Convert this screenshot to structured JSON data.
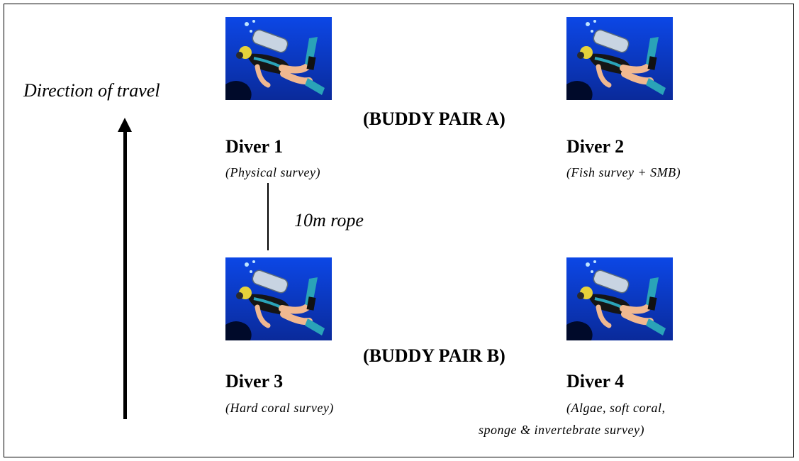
{
  "direction_label": "Direction of travel",
  "buddy_pairs": [
    {
      "label": "(BUDDY PAIR A)"
    },
    {
      "label": "(BUDDY PAIR B)"
    }
  ],
  "divers": [
    {
      "name": "Diver 1",
      "role": "(Physical survey)"
    },
    {
      "name": "Diver 2",
      "role": "(Fish survey + SMB)"
    },
    {
      "name": "Diver 3",
      "role": "(Hard coral survey)"
    },
    {
      "name": "Diver 4",
      "role_line1": "(Algae, soft coral,",
      "role_line2": "sponge & invertebrate survey)"
    }
  ],
  "rope_label": "10m rope",
  "colors": {
    "water_top": "#0a3fd8",
    "water_bottom": "#0a1f7a",
    "tank": "#b8c8d8",
    "skin": "#f0b890",
    "wetsuit": "#1a1a1a",
    "accent": "#2aa3b8"
  }
}
